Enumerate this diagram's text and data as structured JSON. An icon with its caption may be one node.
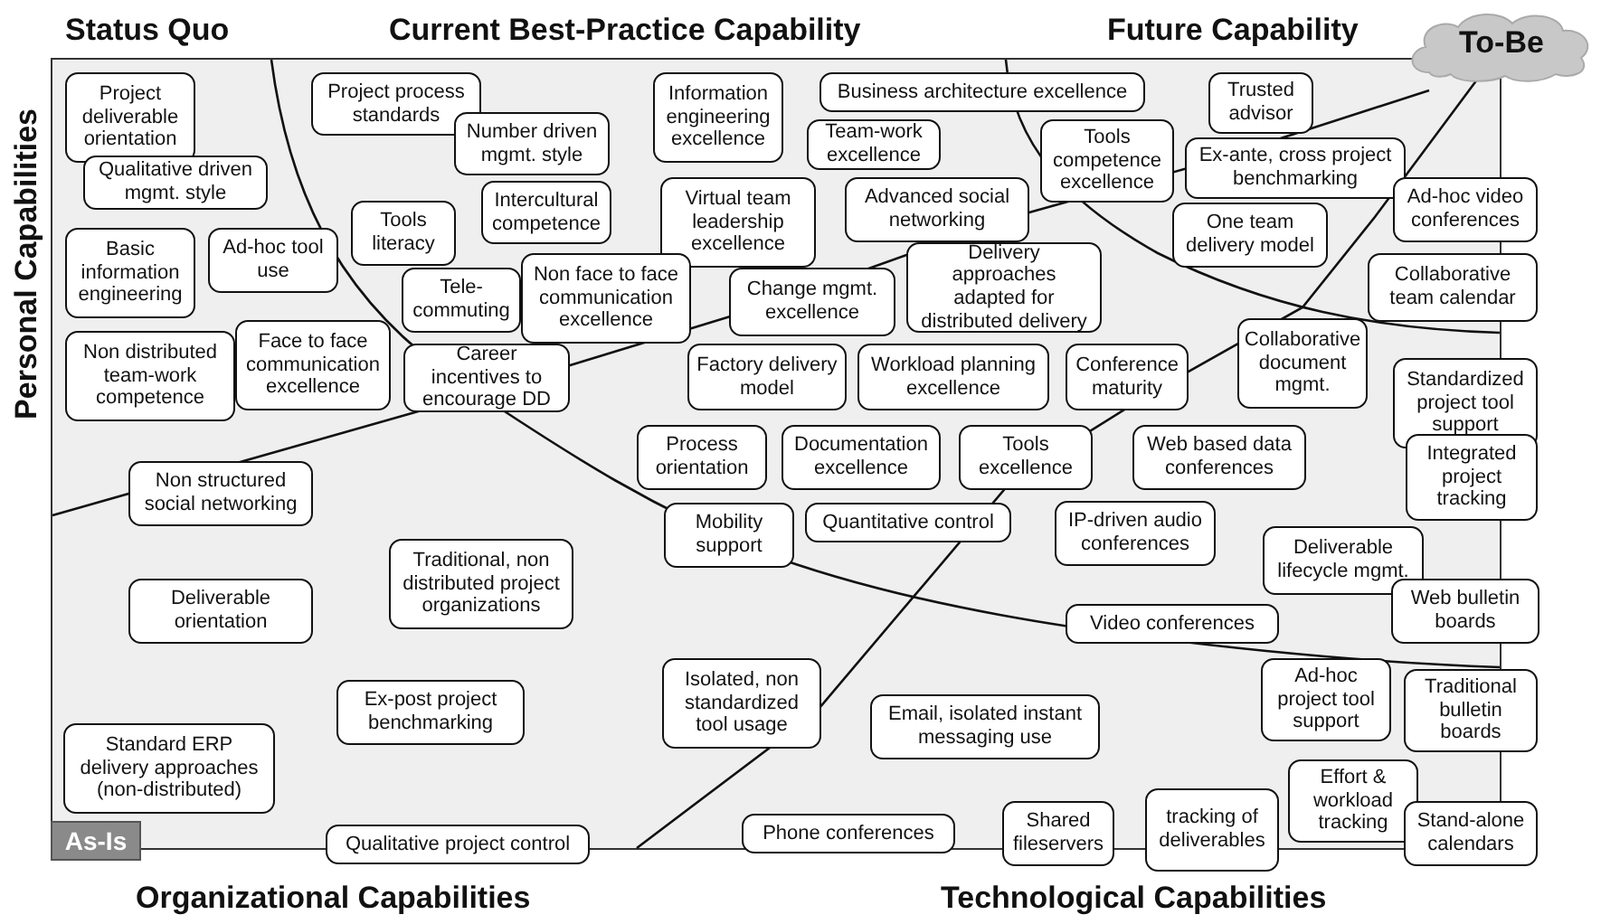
{
  "diagram": {
    "nodes": [
      {
        "text": [
          "To-Be"
        ]
      },
      {
        "text": [
          "Project deliverable orientation"
        ]
      },
      {
        "text": [
          "Project process standards"
        ]
      },
      {
        "text": [
          "Information engineering excellence"
        ]
      },
      {
        "text": [
          "Business architecture excellence"
        ]
      },
      {
        "text": [
          "Trusted advisor"
        ]
      },
      {
        "text": [
          "Number driven mgmt. style"
        ]
      },
      {
        "text": [
          "Team-work excellence"
        ]
      },
      {
        "text": [
          "Tools competence excellence"
        ]
      },
      {
        "text": [
          "Ex-ante, cross project benchmarking"
        ]
      },
      {
        "text": [
          "Qualitative driven mgmt. style"
        ]
      },
      {
        "text": [
          "Intercultural competence"
        ]
      },
      {
        "text": [
          "Virtual team leadership excellence"
        ]
      },
      {
        "text": [
          "Advanced social networking"
        ]
      },
      {
        "text": [
          "One team delivery model"
        ]
      },
      {
        "text": [
          "Ad-hoc video conferences"
        ]
      },
      {
        "text": [
          "Basic information engineering"
        ]
      },
      {
        "text": [
          "Ad-hoc tool use"
        ]
      },
      {
        "text": [
          "Tools literacy"
        ]
      },
      {
        "text": [
          "Tele-commuting"
        ]
      },
      {
        "text": [
          "Non face to face communication excellence"
        ]
      },
      {
        "text": [
          "Change mgmt. excellence"
        ]
      },
      {
        "text": [
          "Delivery approaches adapted for distributed delivery"
        ]
      },
      {
        "text": [
          "Collaborative team calendar"
        ]
      },
      {
        "text": [
          "Non distributed team-work competence"
        ]
      },
      {
        "text": [
          "Face to face communication excellence"
        ]
      },
      {
        "text": [
          "Career incentives to encourage DD"
        ]
      },
      {
        "text": [
          "Factory delivery model"
        ]
      },
      {
        "text": [
          "Workload planning excellence"
        ]
      },
      {
        "text": [
          "Conference maturity"
        ]
      },
      {
        "text": [
          "Collaborative document mgmt."
        ]
      },
      {
        "text": [
          "Standardized project tool support"
        ]
      },
      {
        "text": [
          "Process orientation"
        ]
      },
      {
        "text": [
          "Documentation excellence"
        ]
      },
      {
        "text": [
          "Tools excellence"
        ]
      },
      {
        "text": [
          "Web based data conferences"
        ]
      },
      {
        "text": [
          "Integrated project tracking"
        ]
      },
      {
        "text": [
          "Non structured social networking"
        ]
      },
      {
        "text": [
          "Mobility support"
        ]
      },
      {
        "text": [
          "Quantitative control"
        ]
      },
      {
        "text": [
          "IP-driven audio conferences"
        ]
      },
      {
        "text": [
          "Deliverable lifecycle mgmt."
        ]
      },
      {
        "text": [
          "Traditional, non distributed project organizations"
        ]
      },
      {
        "text": [
          "Deliverable orientation"
        ]
      },
      {
        "text": [
          "Web bulletin boards"
        ]
      },
      {
        "text": [
          "Video conferences"
        ]
      },
      {
        "text": [
          "Ad-hoc project tool support"
        ]
      },
      {
        "text": [
          "Traditional bulletin boards"
        ]
      },
      {
        "text": [
          "Isolated, non standardized tool usage"
        ]
      },
      {
        "text": [
          "Ex-post project benchmarking"
        ]
      },
      {
        "text": [
          "Email, isolated instant messaging use"
        ]
      },
      {
        "text": [
          "Standard ERP delivery approaches (non-distributed)"
        ]
      },
      {
        "text": [
          "Effort & workload tracking"
        ]
      },
      {
        "text": [
          "Shared fileservers"
        ]
      },
      {
        "text": [
          "tracking of deliverables"
        ]
      },
      {
        "text": [
          "Stand-alone calendars"
        ]
      },
      {
        "text": [
          "As-Is"
        ]
      },
      {
        "text": [
          "Qualitative project control"
        ]
      },
      {
        "text": [
          "Phone conferences"
        ]
      }
    ],
    "labels": [
      "Status Quo",
      "Current Best-Practice Capability",
      "Future Capability",
      "Personal Capabilities",
      "Organizational Capabilities",
      "Technological Capabilities"
    ]
  }
}
